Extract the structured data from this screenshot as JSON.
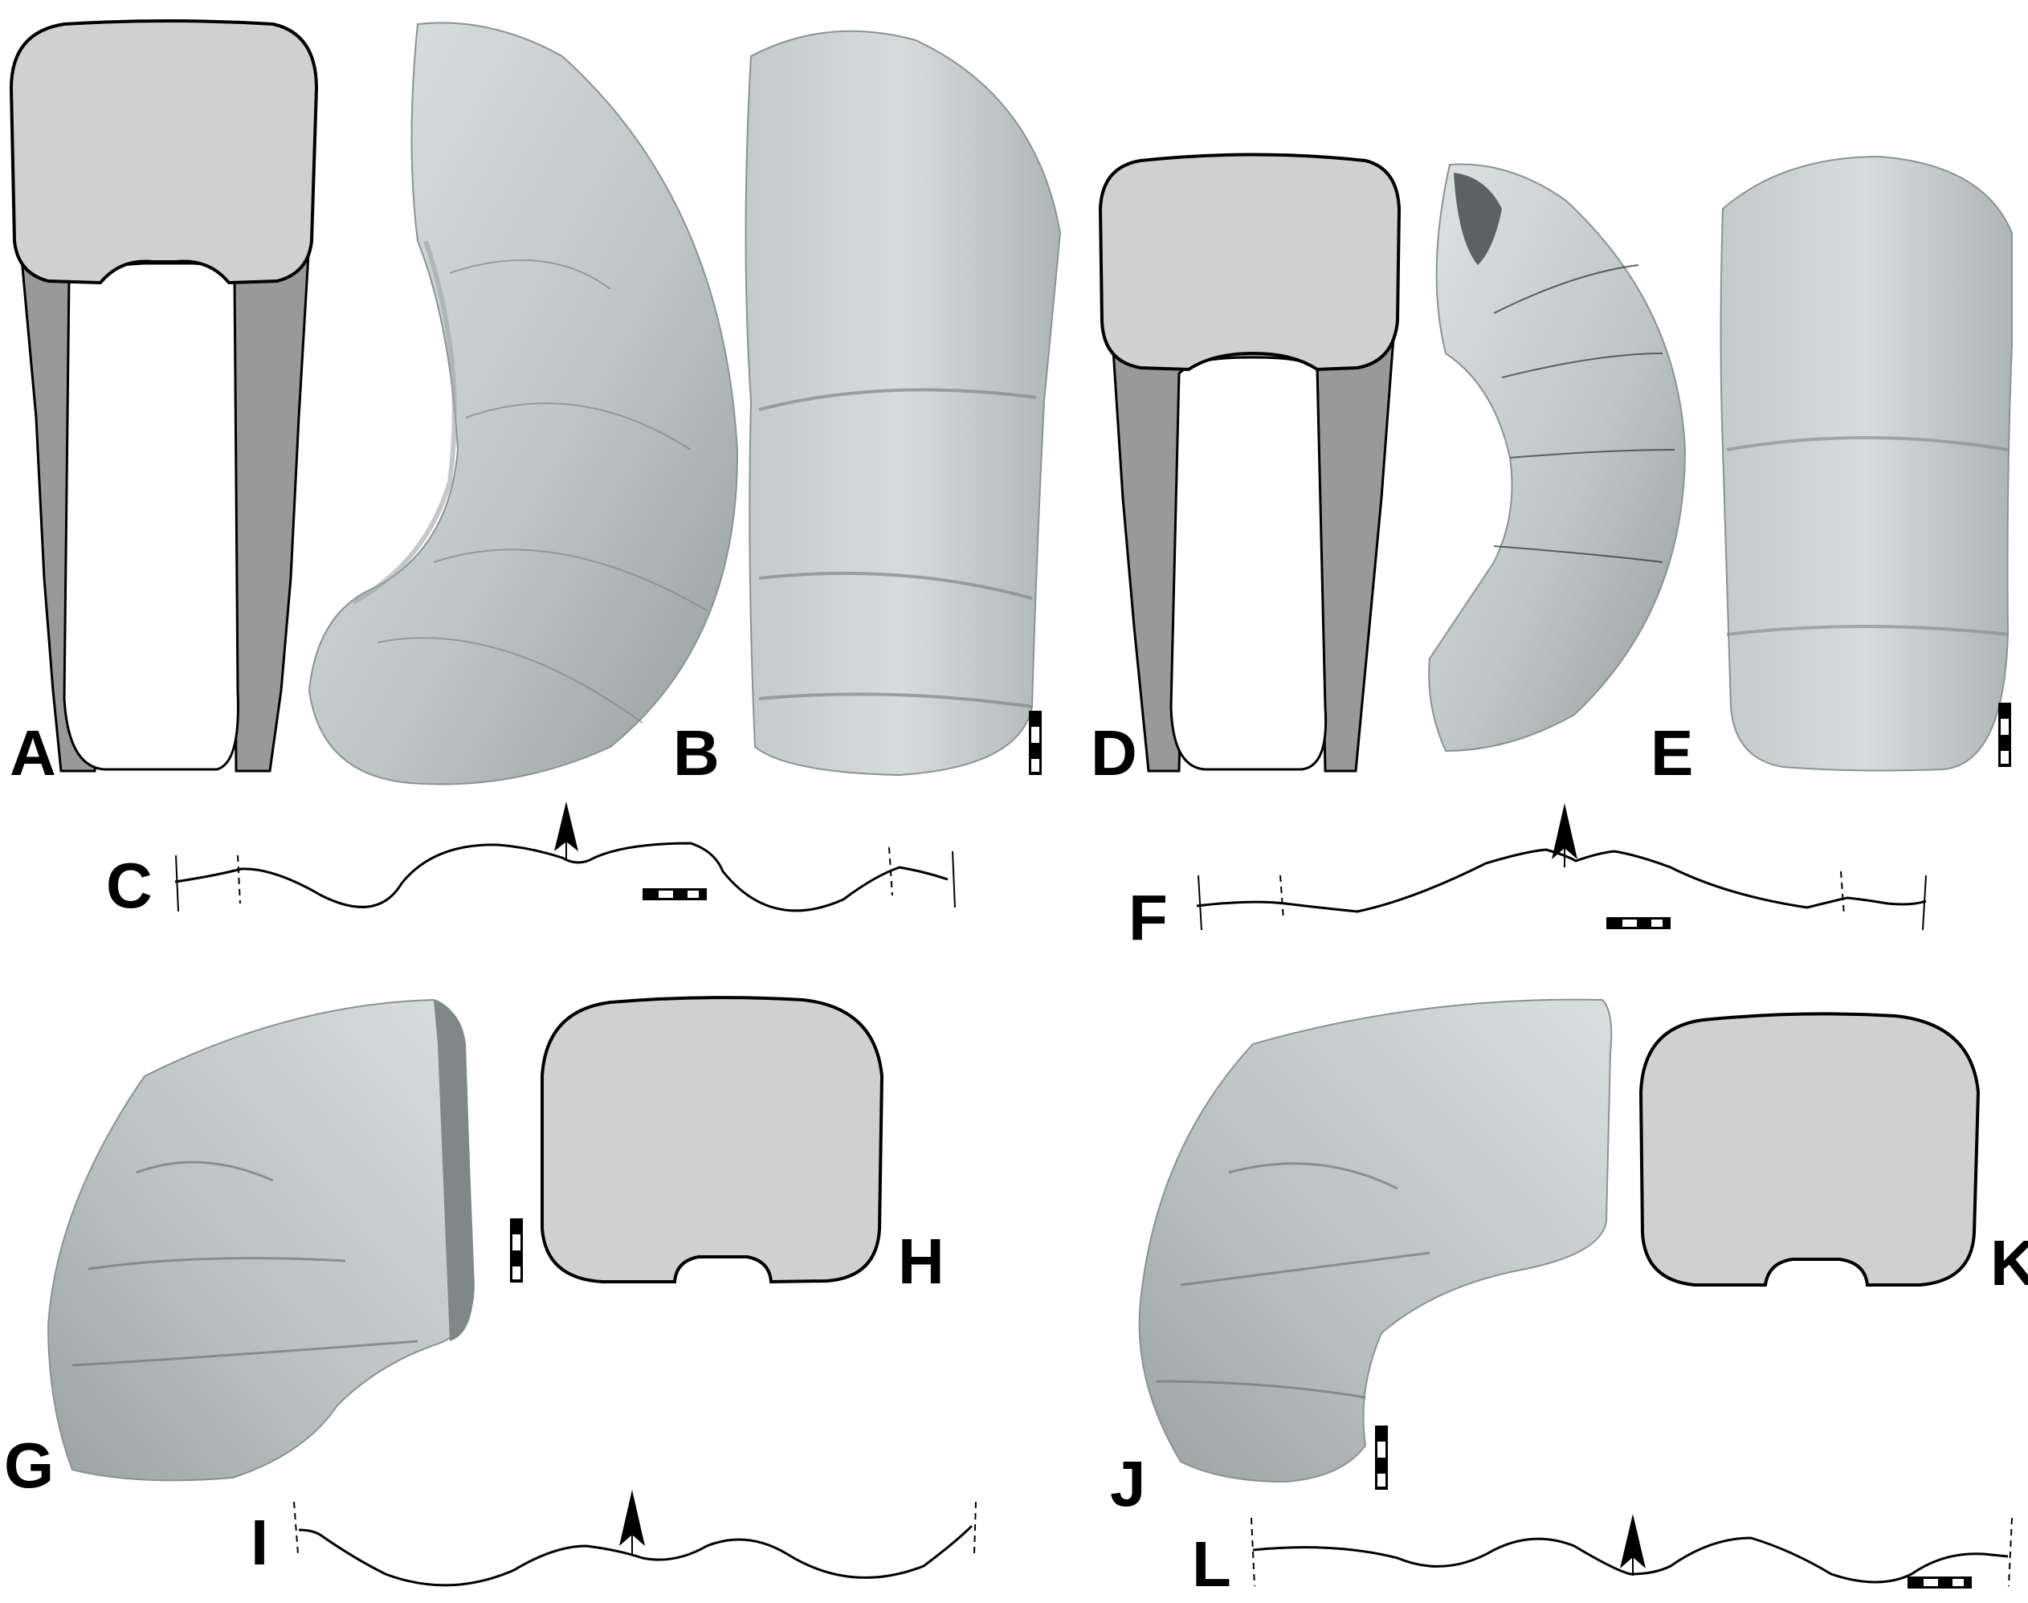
{
  "figure": {
    "colors": {
      "background": "#ffffff",
      "section_fill": "#d0d0d0",
      "whorl_fill": "#999999",
      "outline": "#000000",
      "specimen_light": "#d7dcdd",
      "specimen_mid": "#b7bebf",
      "specimen_dark": "#8f9798"
    },
    "panels": [
      {
        "label": "A",
        "type": "whorl-section-drawing"
      },
      {
        "label": "B",
        "type": "specimen-photo-lateral"
      },
      {
        "label": "C",
        "type": "suture-line"
      },
      {
        "label": "D",
        "type": "whorl-section-drawing"
      },
      {
        "label": "E",
        "type": "specimen-photo-lateral"
      },
      {
        "label": "F",
        "type": "suture-line"
      },
      {
        "label": "G",
        "type": "specimen-photo-lateral"
      },
      {
        "label": "H",
        "type": "whorl-section-drawing"
      },
      {
        "label": "I",
        "type": "suture-line"
      },
      {
        "label": "J",
        "type": "specimen-photo-lateral"
      },
      {
        "label": "K",
        "type": "whorl-section-drawing"
      },
      {
        "label": "L",
        "type": "suture-line"
      }
    ],
    "icons": {
      "direction_arrow": "arrow-up-icon",
      "scale_bar": "scale-bar-icon"
    }
  }
}
